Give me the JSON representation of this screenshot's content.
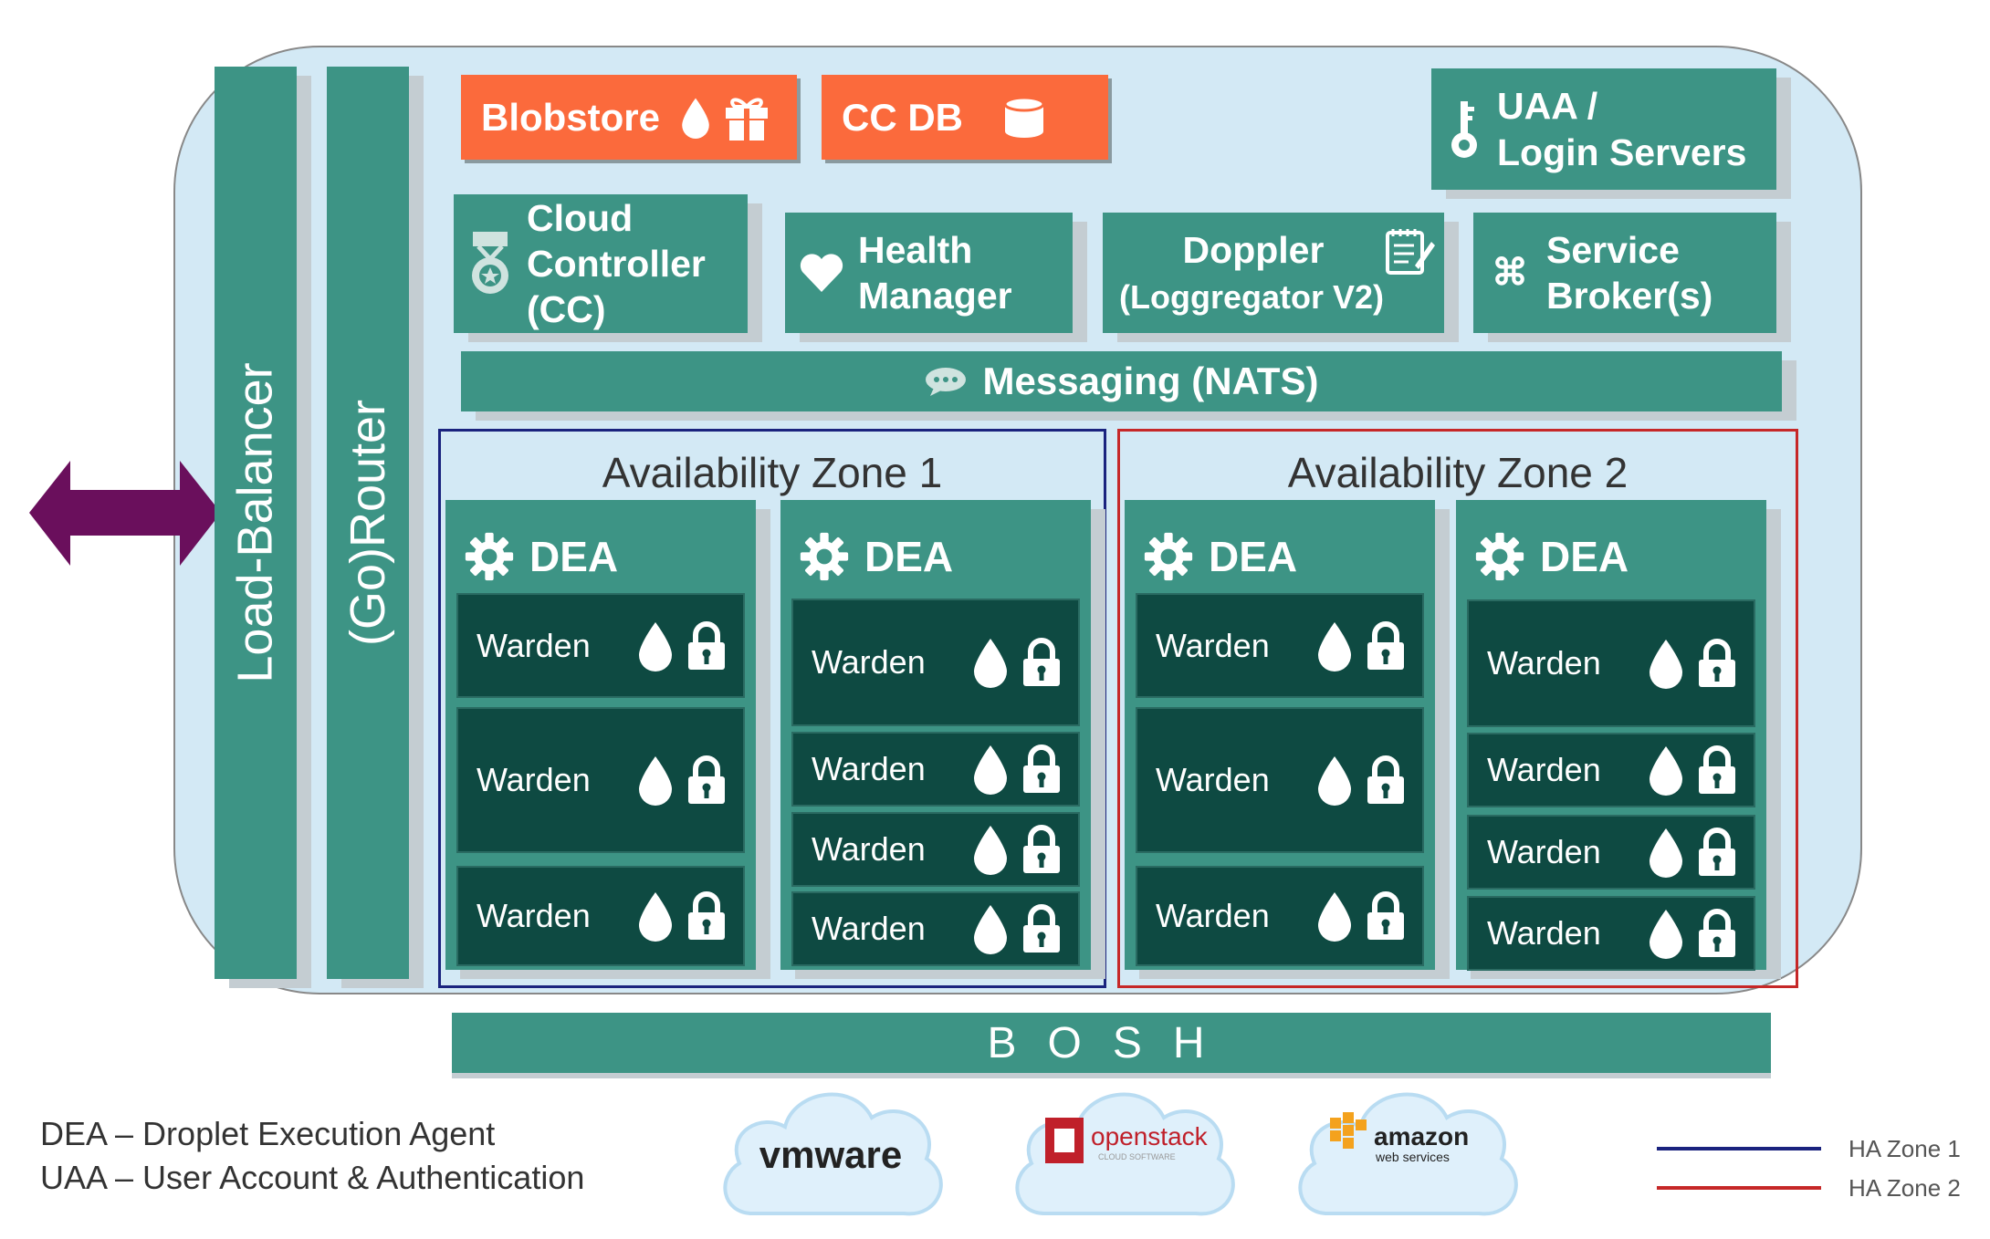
{
  "load_balancer": "Load-Balancer",
  "router": "(Go)Router",
  "blobstore": "Blobstore",
  "cc_db": "CC DB",
  "uaa": {
    "line1": "UAA /",
    "line2": "Login Servers"
  },
  "cloud_controller": {
    "line1": "Cloud",
    "line2": "Controller",
    "line3": "(CC)"
  },
  "health_manager": {
    "line1": "Health",
    "line2": "Manager"
  },
  "doppler": {
    "line1": "Doppler",
    "line2": "(Loggregator V2)"
  },
  "service_broker": {
    "line1": "Service",
    "line2": "Broker(s)"
  },
  "messaging": "Messaging (NATS)",
  "zones": [
    {
      "title": "Availability Zone 1",
      "deas": [
        {
          "label": "DEA",
          "wardens": [
            "Warden",
            "Warden",
            "Warden"
          ]
        },
        {
          "label": "DEA",
          "wardens": [
            "Warden",
            "Warden",
            "Warden",
            "Warden"
          ]
        }
      ]
    },
    {
      "title": "Availability Zone 2",
      "deas": [
        {
          "label": "DEA",
          "wardens": [
            "Warden",
            "Warden",
            "Warden"
          ]
        },
        {
          "label": "DEA",
          "wardens": [
            "Warden",
            "Warden",
            "Warden",
            "Warden"
          ]
        }
      ]
    }
  ],
  "bosh": "BOSH",
  "providers": {
    "vmware": "vmware",
    "openstack": "openstack",
    "openstack_sub": "CLOUD SOFTWARE",
    "amazon": "amazon",
    "amazon_sub": "web services"
  },
  "notes": {
    "dea": "DEA – Droplet Execution Agent",
    "uaa": "UAA – User Account & Authentication"
  },
  "legend": [
    {
      "label": "HA Zone 1",
      "color": "#1a237e"
    },
    {
      "label": "HA Zone 2",
      "color": "#c62828"
    }
  ],
  "colors": {
    "teal": "#3d9485",
    "warden": "#0e4a42",
    "orange": "#fb6a3c",
    "arrow": "#6a0f5c",
    "bg": "#d3e9f5"
  },
  "icons": [
    "drop-icon",
    "gift-icon",
    "database-icon",
    "key-icon",
    "medal-icon",
    "heart-icon",
    "notepad-icon",
    "command-icon",
    "chat-icon",
    "gear-icon",
    "lock-icon",
    "double-arrow-icon"
  ]
}
